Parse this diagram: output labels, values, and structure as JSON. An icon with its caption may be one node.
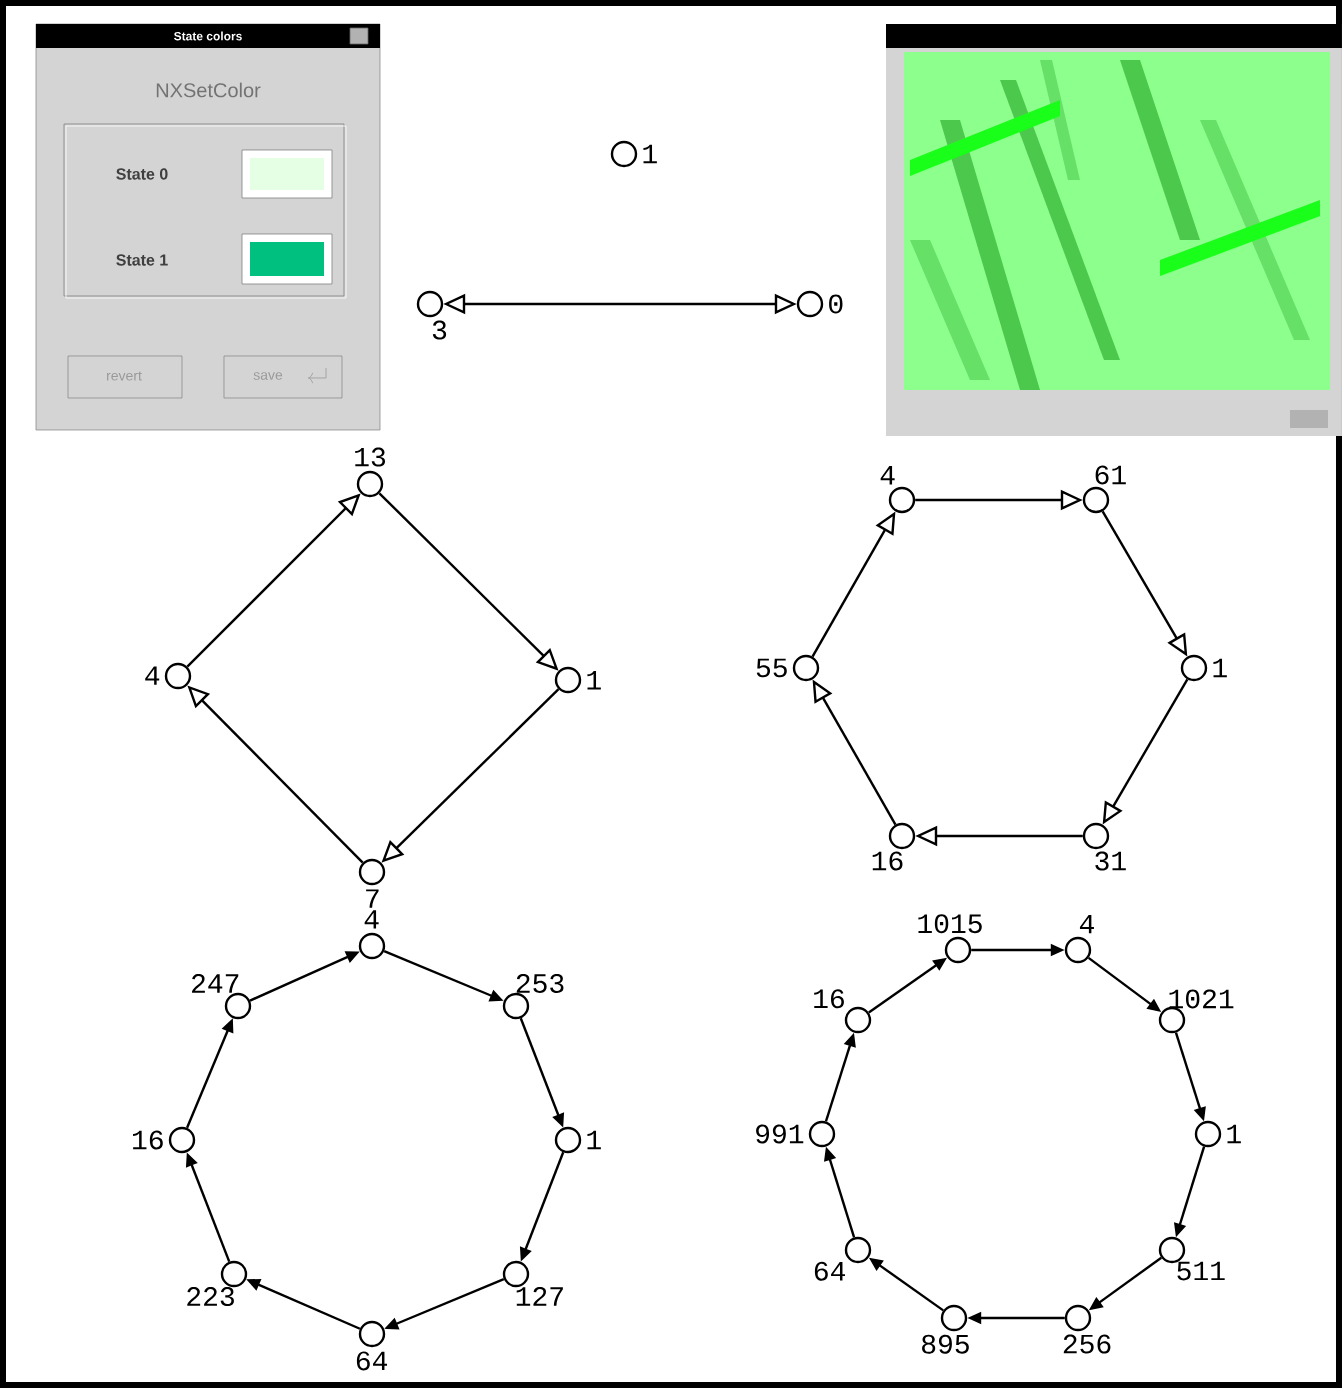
{
  "diagram": {
    "nodes": [
      {
        "text": [],
        "shape": "circle",
        "beside": [
          "1"
        ]
      },
      {
        "text": [],
        "shape": "circle",
        "beside": [
          "3"
        ]
      },
      {
        "text": [],
        "shape": "circle",
        "beside": [
          "0"
        ]
      },
      {
        "text": [],
        "shape": "circle",
        "beside": [
          "13"
        ]
      },
      {
        "text": [],
        "shape": "circle",
        "beside": [
          "4"
        ]
      },
      {
        "text": [],
        "shape": "circle",
        "beside": [
          "1"
        ]
      },
      {
        "text": [],
        "shape": "circle",
        "beside": [
          "7"
        ]
      },
      {
        "text": [],
        "shape": "circle",
        "beside": [
          "4"
        ]
      },
      {
        "text": [],
        "shape": "circle",
        "beside": [
          "61"
        ]
      },
      {
        "text": [],
        "shape": "circle",
        "beside": [
          "55"
        ]
      },
      {
        "text": [],
        "shape": "circle",
        "beside": [
          "1"
        ]
      },
      {
        "text": [],
        "shape": "circle",
        "beside": [
          "16"
        ]
      },
      {
        "text": [],
        "shape": "circle",
        "beside": [
          "31"
        ]
      },
      {
        "text": [],
        "shape": "circle",
        "beside": [
          "4"
        ]
      },
      {
        "text": [],
        "shape": "circle",
        "beside": [
          "247"
        ]
      },
      {
        "text": [],
        "shape": "circle",
        "beside": [
          "253"
        ]
      },
      {
        "text": [],
        "shape": "circle",
        "beside": [
          "16"
        ]
      },
      {
        "text": [],
        "shape": "circle",
        "beside": [
          "1"
        ]
      },
      {
        "text": [],
        "shape": "circle",
        "beside": [
          "223"
        ]
      },
      {
        "text": [],
        "shape": "circle",
        "beside": [
          "127"
        ]
      },
      {
        "text": [],
        "shape": "circle",
        "beside": [
          "64"
        ]
      },
      {
        "text": [],
        "shape": "circle",
        "beside": [
          "1015"
        ]
      },
      {
        "text": [],
        "shape": "circle",
        "beside": [
          "4"
        ]
      },
      {
        "text": [],
        "shape": "circle",
        "beside": [
          "16"
        ]
      },
      {
        "text": [],
        "shape": "circle",
        "beside": [
          "1021"
        ]
      },
      {
        "text": [],
        "shape": "circle",
        "beside": [
          "991"
        ]
      },
      {
        "text": [],
        "shape": "circle",
        "beside": [
          "1"
        ]
      },
      {
        "text": [],
        "shape": "circle",
        "beside": [
          "64"
        ]
      },
      {
        "text": [],
        "shape": "circle",
        "beside": [
          "511"
        ]
      },
      {
        "text": [],
        "shape": "circle",
        "beside": [
          "895"
        ]
      },
      {
        "text": [],
        "shape": "circle",
        "beside": [
          "256"
        ]
      }
    ],
    "edges": [
      {
        "from": 1,
        "to": 2,
        "arrow": "both"
      },
      {
        "from": 3,
        "to": 5,
        "arrow": "to"
      },
      {
        "from": 5,
        "to": 6,
        "arrow": "to"
      },
      {
        "from": 6,
        "to": 4,
        "arrow": "to"
      },
      {
        "from": 4,
        "to": 3,
        "arrow": "to"
      },
      {
        "from": 7,
        "to": 8,
        "arrow": "to"
      },
      {
        "from": 8,
        "to": 10,
        "arrow": "to"
      },
      {
        "from": 10,
        "to": 12,
        "arrow": "to"
      },
      {
        "from": 12,
        "to": 11,
        "arrow": "to"
      },
      {
        "from": 11,
        "to": 9,
        "arrow": "to"
      },
      {
        "from": 9,
        "to": 7,
        "arrow": "to"
      },
      {
        "from": 13,
        "to": 15,
        "arrow": "to"
      },
      {
        "from": 15,
        "to": 17,
        "arrow": "to"
      },
      {
        "from": 17,
        "to": 19,
        "arrow": "to"
      },
      {
        "from": 19,
        "to": 20,
        "arrow": "to"
      },
      {
        "from": 20,
        "to": 18,
        "arrow": "to"
      },
      {
        "from": 18,
        "to": 16,
        "arrow": "to"
      },
      {
        "from": 16,
        "to": 14,
        "arrow": "to"
      },
      {
        "from": 14,
        "to": 13,
        "arrow": "to"
      },
      {
        "from": 21,
        "to": 22,
        "arrow": "to"
      },
      {
        "from": 22,
        "to": 24,
        "arrow": "to"
      },
      {
        "from": 24,
        "to": 26,
        "arrow": "to"
      },
      {
        "from": 26,
        "to": 28,
        "arrow": "to"
      },
      {
        "from": 28,
        "to": 30,
        "arrow": "to"
      },
      {
        "from": 30,
        "to": 29,
        "arrow": "to"
      },
      {
        "from": 29,
        "to": 27,
        "arrow": "to"
      },
      {
        "from": 27,
        "to": 25,
        "arrow": "to"
      },
      {
        "from": 25,
        "to": 23,
        "arrow": "to"
      },
      {
        "from": 23,
        "to": 21,
        "arrow": "to"
      }
    ],
    "labels": [
      "State colors",
      "NXSetColor",
      "State 0",
      "State 1",
      "revert",
      "save"
    ]
  }
}
